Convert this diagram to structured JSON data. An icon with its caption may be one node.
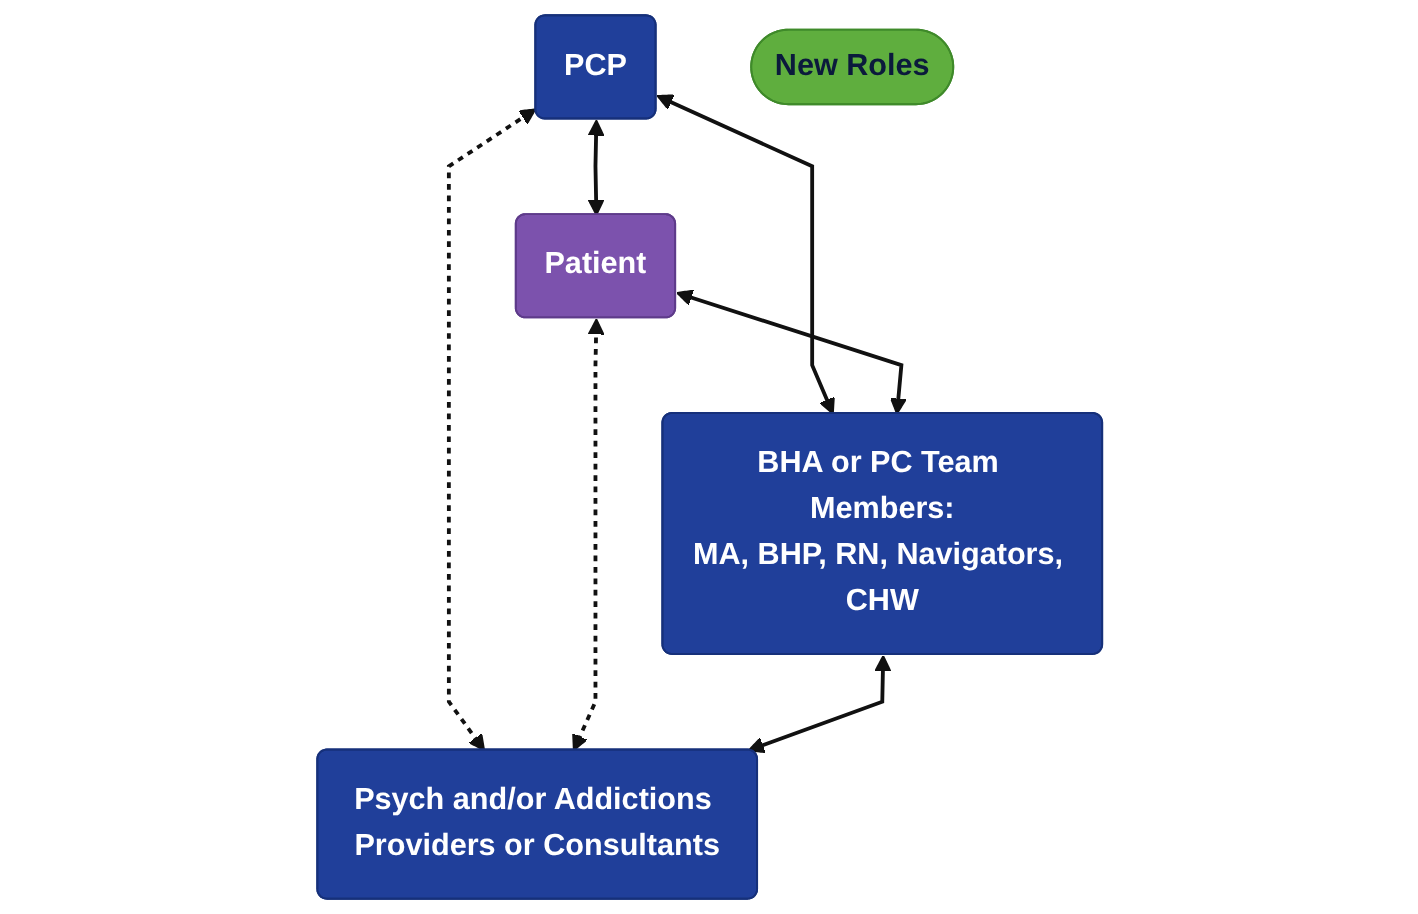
{
  "diagram": {
    "nodes": [
      {
        "text": [
          "PCP"
        ]
      },
      {
        "text": [
          "Patient"
        ]
      },
      {
        "text": [
          "BHA or PC Team Members:",
          "MA, BHP, RN, Navigators, CHW"
        ]
      },
      {
        "text": [
          "Psych and/or Addictions Providers or Consultants"
        ]
      },
      {
        "text": [
          "New Roles"
        ]
      }
    ],
    "edges": [
      {
        "from": 0,
        "to": 1,
        "arrow": "both"
      },
      {
        "from": 0,
        "to": 2,
        "arrow": "both"
      },
      {
        "from": 0,
        "to": 3,
        "arrow": "both",
        "style": "dashed"
      },
      {
        "from": 1,
        "to": 2,
        "arrow": "both"
      },
      {
        "from": 1,
        "to": 3,
        "arrow": "both",
        "style": "dashed"
      },
      {
        "from": 2,
        "to": 3,
        "arrow": "both"
      }
    ]
  }
}
